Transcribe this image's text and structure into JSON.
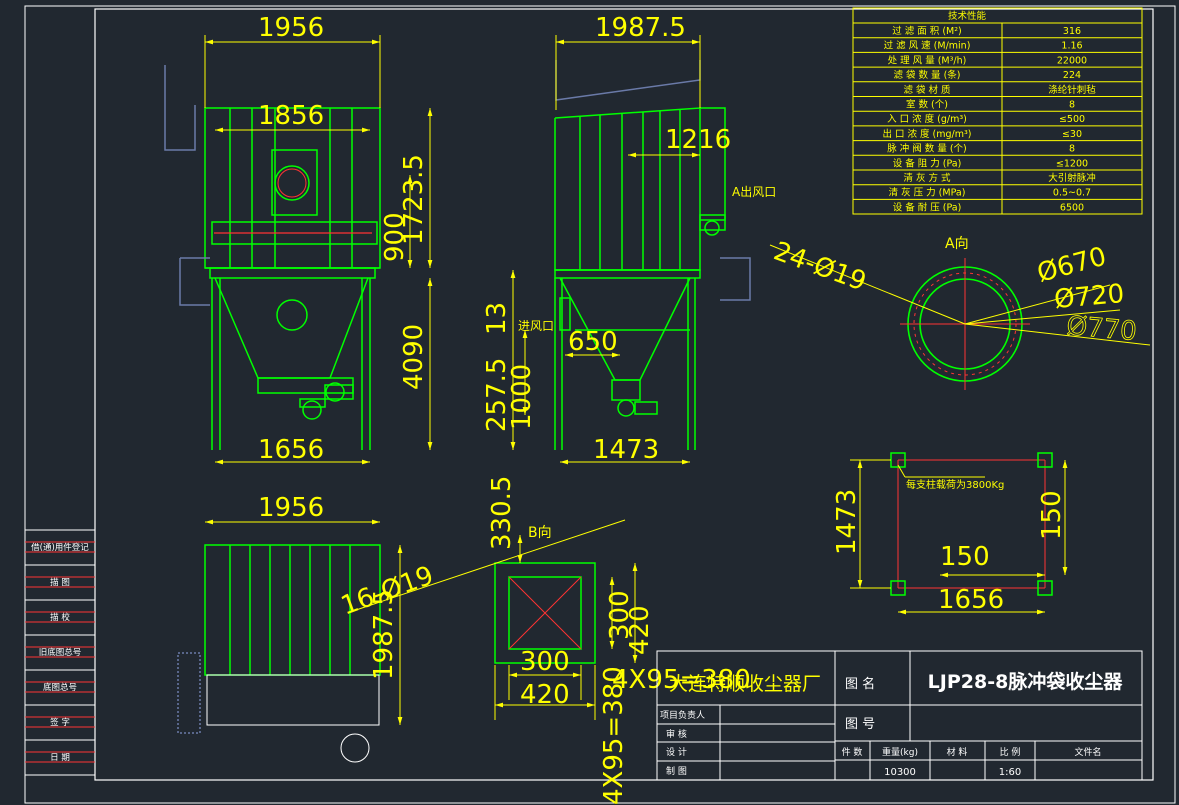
{
  "colors": {
    "background": "#212830",
    "frame": "#ffffff",
    "equipment": "#00ff00",
    "dimension": "#ffff00",
    "accent": "#ff3333",
    "hidden": "#6a7aa8",
    "table_line": "#ffff00"
  },
  "dims": {
    "front_width": "1956",
    "front_inner": "1856",
    "front_height_total": "1723.5",
    "front_900": "900",
    "front_4090": "4090",
    "front_1656": "1656",
    "side_width": "1987.5",
    "side_1216": "1216",
    "side_13": "13",
    "side_650": "650",
    "side_2575": "257.5",
    "side_1000": "1000",
    "side_1473": "1473",
    "plan_width": "1956",
    "plan_height": "1987.5",
    "plan_holes": "16-Ø19",
    "bview_3305": "330.5",
    "bview_300h": "300",
    "bview_420h": "420",
    "bview_300w": "300",
    "bview_420w": "420",
    "bview_4x95_h": "4X95=380",
    "bview_4x95_v": "4X95=380",
    "flange_holes": "24-Ø19",
    "flange_d1": "Ø670",
    "flange_d2": "Ø720",
    "flange_d3": "Ø770",
    "found_1473": "1473",
    "found_150a": "150",
    "found_150b": "150",
    "found_1656": "1656"
  },
  "labels": {
    "outlet": "A出风口",
    "inlet": "进风口",
    "view_a": "A向",
    "view_b": "B向",
    "column_load": "每支柱载荷为3800Kg",
    "company_watermark": "大连特顺收尘器厂"
  },
  "tech_table": {
    "title": "技术性能",
    "rows": [
      {
        "name": "过 滤 面 积 (M²)",
        "value": "316"
      },
      {
        "name": "过 滤 风 速 (M/min)",
        "value": "1.16"
      },
      {
        "name": "处 理 风 量 (M³/h)",
        "value": "22000"
      },
      {
        "name": "滤 袋 数 量 (条)",
        "value": "224"
      },
      {
        "name": "滤 袋 材 质",
        "value": "涤纶针刺毡"
      },
      {
        "name": "室   数 (个)",
        "value": "8"
      },
      {
        "name": "入 口 浓 度 (g/m³)",
        "value": "≤500"
      },
      {
        "name": "出 口 浓 度 (mg/m³)",
        "value": "≤30"
      },
      {
        "name": "脉 冲 阀 数 量 (个)",
        "value": "8"
      },
      {
        "name": "设 备 阻 力 (Pa)",
        "value": "≤1200"
      },
      {
        "name": "清 灰 方 式",
        "value": "大引射脉冲"
      },
      {
        "name": "清 灰 压 力 (MPa)",
        "value": "0.5~0.7"
      },
      {
        "name": "设 备 耐 压 (Pa)",
        "value": "6500"
      }
    ]
  },
  "side_table": [
    "借(通)用件登记",
    "描 图",
    "描 校",
    "旧底图总号",
    "底图总号",
    "签 字",
    "日 期"
  ],
  "title_block": {
    "drawing_name_label": "图 名",
    "drawing_name": "LJP28-8脉冲袋收尘器",
    "drawing_no_label": "图 号",
    "roles": [
      "项目负责人",
      "审 核",
      "设 计",
      "制 图"
    ],
    "bottom_headers": [
      "件 数",
      "重量(kg)",
      "材 料",
      "比 例",
      "文件名"
    ],
    "weight": "10300",
    "scale": "1:60"
  }
}
